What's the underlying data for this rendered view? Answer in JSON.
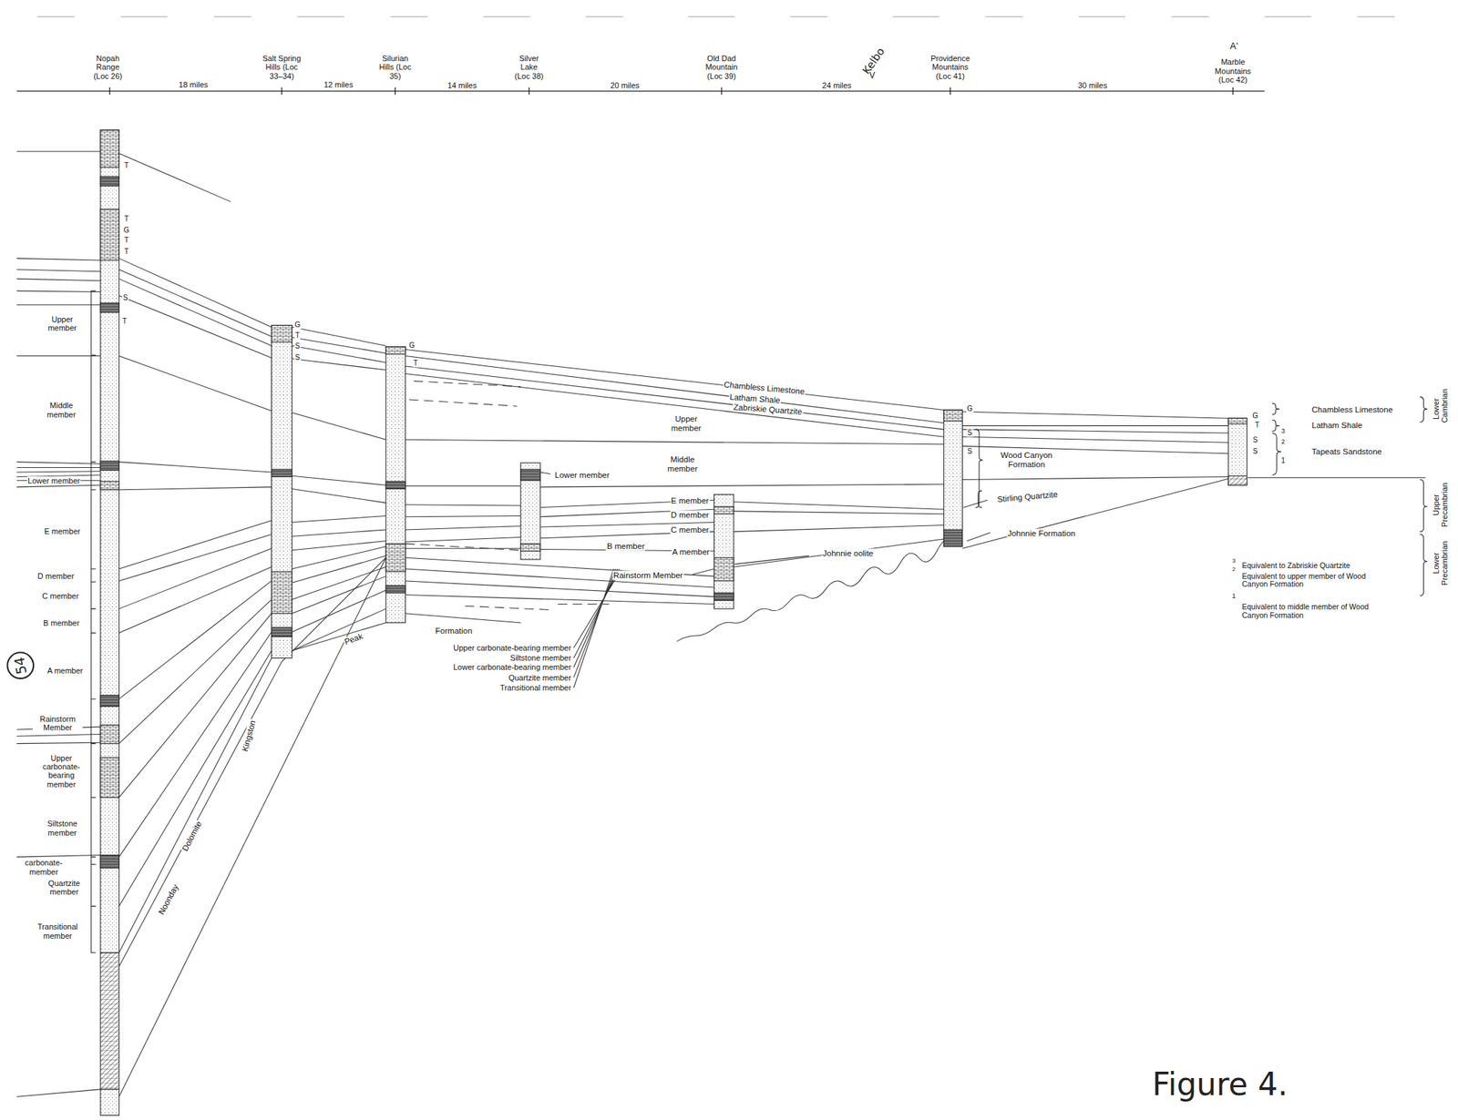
{
  "diagram": {
    "caption": "Figure 4.",
    "labels": [
      "Nopah Range (Loc 26)",
      "Salt Spring Hills (Loc 33–34)",
      "Silurian Hills (Loc 35)",
      "Silver Lake (Loc 38)",
      "Old Dad Mountain (Loc 39)",
      "Providence Mountains (Loc 41)",
      "A'",
      "Marble Mountains (Loc 42)",
      "Kelbo",
      "V",
      "18 miles",
      "12 miles",
      "14 miles",
      "20 miles",
      "24 miles",
      "30 miles",
      "T",
      "T",
      "G",
      "T",
      "T",
      "S",
      "T",
      "G",
      "T",
      "S",
      "S",
      "G",
      "T",
      "G",
      "S",
      "S",
      "G",
      "T",
      "S",
      "S",
      "3",
      "2",
      "1",
      "Upper member",
      "Middle member",
      "Lower member",
      "E member",
      "D member",
      "C member",
      "B member",
      "A member",
      "Rainstorm Member",
      "Upper carbonate-bearing member",
      "Siltstone member",
      "carbonate-member",
      "Quartzite member",
      "Transitional member",
      "54",
      "Chambless Limestone",
      "Latham Shale",
      "Zabriskie Quartzite",
      "Upper member",
      "Middle member",
      "Lower member",
      "E member",
      "D member",
      "C member",
      "B member",
      "A member",
      "Johnnie oolite",
      "Rainstorm Member",
      "Peak",
      "Formation",
      "Upper carbonate-bearing member",
      "Siltstone member",
      "Lower carbonate-bearing member",
      "Quartzite member",
      "Transitional member",
      "Kingston",
      "Dolomite",
      "Noonday",
      "Wood Canyon Formation",
      "Stirling Quartzite",
      "Johnnie Formation",
      "Chambless Limestone",
      "Latham Shale",
      "Tapeats Sandstone",
      "Lower Cambrian",
      "Upper Precambrian",
      "Lower Precambrian",
      "3",
      "2",
      "Equivalent to Zabriskie Quartzite",
      "Equivalent to upper member of Wood Canyon Formation",
      "1",
      "Equivalent to middle member of Wood Canyon Formation"
    ]
  }
}
